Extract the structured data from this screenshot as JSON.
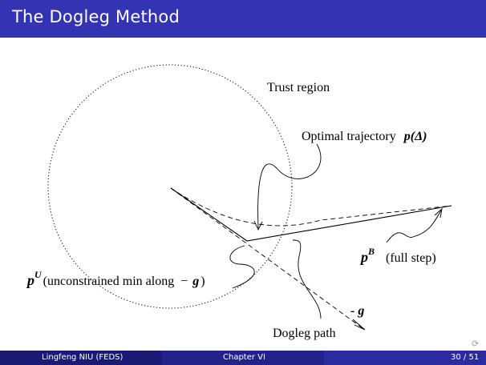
{
  "slide": {
    "title": "The Dogleg Method"
  },
  "diagram": {
    "trust_region": "Trust region",
    "optimal_trajectory": "Optimal trajectory",
    "p_delta": "p(Δ)",
    "pU_base": "p",
    "pU_sup": "U",
    "pU_desc": "(unconstrained min along",
    "pU_minus": "−",
    "pU_g": "g",
    "pU_close": ")",
    "pB_base": "p",
    "pB_sup": "B",
    "pB_desc": "(full step)",
    "neg_g": "- g",
    "dogleg_path": "Dogleg path"
  },
  "footer": {
    "author": "Lingfeng NIU (FEDS)",
    "chapter": "Chapter VI",
    "page": "30 / 51"
  },
  "colors": {
    "title_bar": "#3333b3",
    "footer_left": "#1a1a75",
    "footer_mid": "#22228a",
    "footer_right": "#2b2b9f"
  },
  "icons": {
    "nav": "loop-arrow-icon"
  }
}
